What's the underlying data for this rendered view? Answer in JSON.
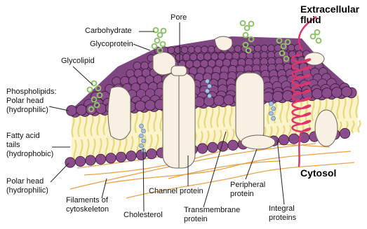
{
  "colors": {
    "head_fill": "#8b4c8c",
    "head_stroke": "#3b1d3c",
    "tail": "#e9d77d",
    "protein_fill": "#f8f0e2",
    "protein_stroke": "#6b6357",
    "cholesterol": "#a9c3e1",
    "glyco_chain": "#8fc26a",
    "filament": "#eba34a",
    "helix": "#e0356a",
    "region_label": "#d7568a",
    "leader": "#222222"
  },
  "labels": {
    "extracellular": "Extracellular\nfluid",
    "cytosol": "Cytosol",
    "pore": "Pore",
    "carbohydrate": "Carbohydrate",
    "glycoprotein": "Glycoprotein",
    "glycolipid": "Glycolipid",
    "phospholipids": "Phospholipids:\nPolar head\n(hydrophilic)",
    "fatty_acid": "Fatty acid\ntails\n(hydrophobic)",
    "polar_head_bottom": "Polar head\n(hydrophilic)",
    "filaments": "Filaments of\ncytoskeleton",
    "cholesterol": "Cholesterol",
    "channel_protein": "Channel protein",
    "transmembrane": "Transmembrane\nprotein",
    "peripheral": "Peripheral\nprotein",
    "integral": "Integral\nproteins"
  }
}
